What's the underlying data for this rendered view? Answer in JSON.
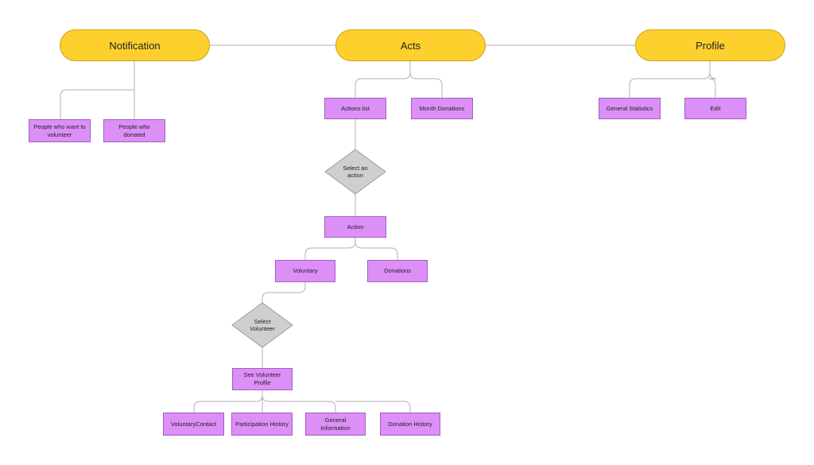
{
  "colors": {
    "pill_fill": "#fdd02e",
    "box_fill": "#dc8ff7",
    "diamond_fill": "#cfcfcf",
    "connector": "#b0b0b0"
  },
  "top_nodes": {
    "notification": "Notification",
    "acts": "Acts",
    "profile": "Profile"
  },
  "notification_children": {
    "want_to_volunteer": "People who want to volunteer",
    "donated": "People who donated"
  },
  "acts_children": {
    "actions_list": "Actions list",
    "month_donations": "Month Donations"
  },
  "profile_children": {
    "general_statistics": "General Statistics",
    "edit": "Edit"
  },
  "decisions": {
    "select_action": "Select an action",
    "select_volunteer": "Select Volunteer"
  },
  "action_nodes": {
    "action": "Action",
    "voluntary": "Voluntary",
    "donations": "Donations",
    "see_volunteer_profile": "See Volunteer Profile"
  },
  "volunteer_profile_children": {
    "voluntary_contact": "VoluntaryContact",
    "participation_history": "Participation History",
    "general_information": "General Information",
    "donation_history": "Donation History"
  }
}
